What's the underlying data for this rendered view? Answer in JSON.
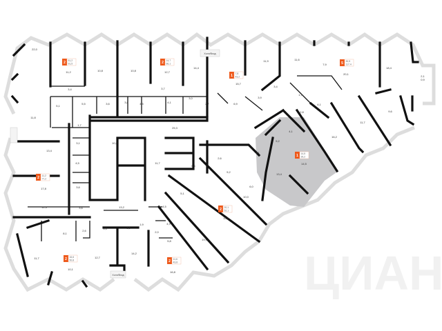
{
  "plan": {
    "accent": "#ee5a1c",
    "selected_fill": "#c8c8ca",
    "watermark": "ЦИАН",
    "lobby_label": "Холл/Вход",
    "apartments": [
      {
        "rooms": "2",
        "area1": "51,2",
        "area2": "91,5"
      },
      {
        "rooms": "2",
        "area1": "14,7",
        "area2": "66,1"
      },
      {
        "rooms": "1",
        "area1": "7,8",
        "area2": "43,2"
      },
      {
        "rooms": "5",
        "area1": "30,5",
        "area2": "117,4"
      },
      {
        "rooms": "1",
        "area1": "14,5",
        "area2": "39,2"
      },
      {
        "rooms": "2",
        "area1": "11,2",
        "area2": "77,2"
      },
      {
        "rooms": "2",
        "area1": "20,1",
        "area2": "52,1"
      },
      {
        "rooms": "2",
        "area1": "16,6",
        "area2": "50,8"
      },
      {
        "rooms": "2",
        "area1": "11,6",
        "area2": "43,8"
      }
    ],
    "rooms": [
      "22,0",
      "11,2",
      "10,8",
      "10,8",
      "12,7",
      "14,4",
      "3,4",
      "3,7",
      "5,1",
      "5,5",
      "3,6",
      "3,8",
      "4,5",
      "4,1",
      "3,0",
      "2,7",
      "11,8",
      "1,7",
      "25,3",
      "11,9",
      "11,6",
      "7,9",
      "20,1",
      "18,4",
      "15,7",
      "2,1",
      "3,4",
      "3,9",
      "1,7",
      "4,1",
      "2,8",
      "9,6",
      "11,7",
      "6,9",
      "13,4",
      "3,1",
      "4,5",
      "17,8",
      "3,6",
      "12,3",
      "3,6",
      "10,2",
      "11,7",
      "13,2",
      "3,3",
      "1,6",
      "8,1",
      "2,6",
      "1,9",
      "11,7",
      "10,1",
      "12,7",
      "14,2",
      "16,8",
      "4,9",
      "2,0",
      "5,8",
      "19,9",
      "4,5",
      "5,1",
      "6,4",
      "2,6",
      "5,2",
      "10,0",
      "6,0",
      "15,0",
      "4,1",
      "5,2",
      "4,1",
      "13,4",
      "14,5",
      "16,2",
      "0,9"
    ]
  }
}
